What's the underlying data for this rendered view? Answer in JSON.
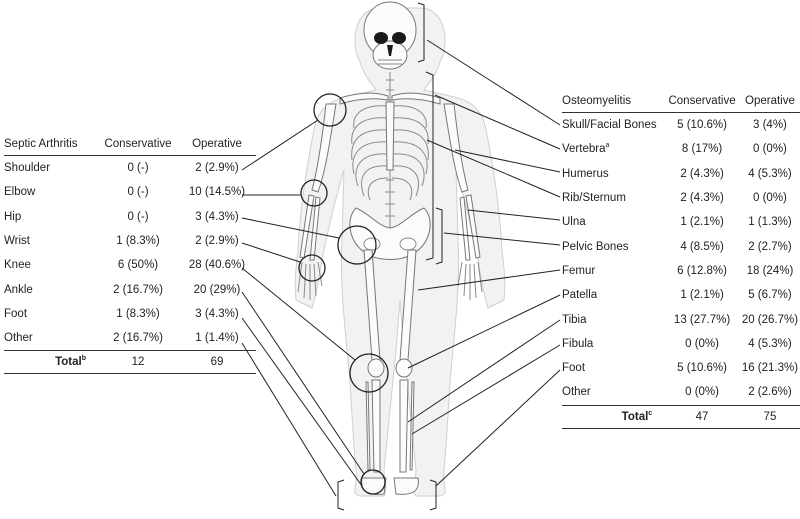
{
  "septic_arthritis": {
    "headers": [
      "Septic Arthritis",
      "Conservative",
      "Operative"
    ],
    "rows": [
      {
        "label": "Shoulder",
        "conservative": "0 (-)",
        "operative": "2 (2.9%)"
      },
      {
        "label": "Elbow",
        "conservative": "0 (-)",
        "operative": "10 (14.5%)"
      },
      {
        "label": "Hip",
        "conservative": "0 (-)",
        "operative": "3 (4.3%)"
      },
      {
        "label": "Wrist",
        "conservative": "1 (8.3%)",
        "operative": "2 (2.9%)"
      },
      {
        "label": "Knee",
        "conservative": "6 (50%)",
        "operative": "28 (40.6%)"
      },
      {
        "label": "Ankle",
        "conservative": "2 (16.7%)",
        "operative": "20 (29%)"
      },
      {
        "label": "Foot",
        "conservative": "1 (8.3%)",
        "operative": "3 (4.3%)"
      },
      {
        "label": "Other",
        "conservative": "2 (16.7%)",
        "operative": "1 (1.4%)"
      }
    ],
    "total": {
      "label": "Total",
      "superscript": "b",
      "conservative": "12",
      "operative": "69"
    }
  },
  "osteomyelitis": {
    "headers": [
      "Osteomyelitis",
      "Conservative",
      "Operative"
    ],
    "rows": [
      {
        "label": "Skull/Facial Bones",
        "superscript": "",
        "conservative": "5 (10.6%)",
        "operative": "3 (4%)"
      },
      {
        "label": "Vertebra",
        "superscript": "a",
        "conservative": "8 (17%)",
        "operative": "0 (0%)"
      },
      {
        "label": "Humerus",
        "superscript": "",
        "conservative": "2 (4.3%)",
        "operative": "4 (5.3%)"
      },
      {
        "label": "Rib/Sternum",
        "superscript": "",
        "conservative": "2 (4.3%)",
        "operative": "0 (0%)"
      },
      {
        "label": "Ulna",
        "superscript": "",
        "conservative": "1 (2.1%)",
        "operative": "1 (1.3%)"
      },
      {
        "label": "Pelvic Bones",
        "superscript": "",
        "conservative": "4 (8.5%)",
        "operative": "2 (2.7%)"
      },
      {
        "label": "Femur",
        "superscript": "",
        "conservative": "6 (12.8%)",
        "operative": "18 (24%)"
      },
      {
        "label": "Patella",
        "superscript": "",
        "conservative": "1 (2.1%)",
        "operative": "5 (6.7%)"
      },
      {
        "label": "Tibia",
        "superscript": "",
        "conservative": "13 (27.7%)",
        "operative": "20 (26.7%)"
      },
      {
        "label": "Fibula",
        "superscript": "",
        "conservative": "0 (0%)",
        "operative": "4 (5.3%)"
      },
      {
        "label": "Foot",
        "superscript": "",
        "conservative": "5 (10.6%)",
        "operative": "16 (21.3%)"
      },
      {
        "label": "Other",
        "superscript": "",
        "conservative": "0 (0%)",
        "operative": "2 (2.6%)"
      }
    ],
    "total": {
      "label": "Total",
      "superscript": "c",
      "conservative": "47",
      "operative": "75"
    }
  }
}
